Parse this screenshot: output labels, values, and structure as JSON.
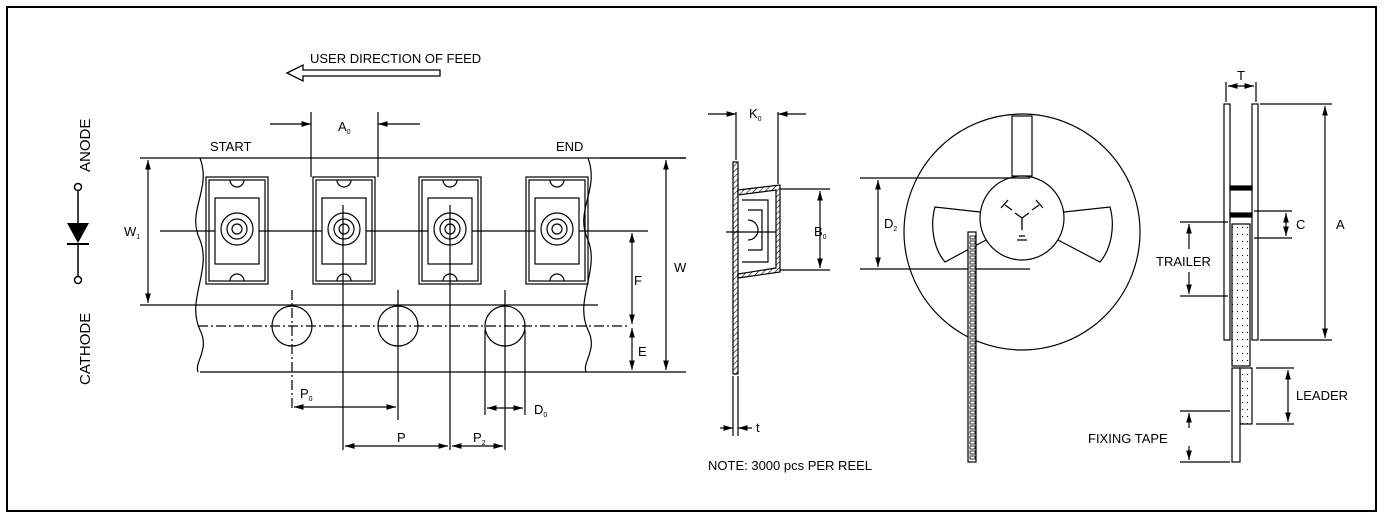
{
  "feed": {
    "label": "USER DIRECTION OF FEED"
  },
  "polarity": {
    "anode": "ANODE",
    "cathode": "CATHODE"
  },
  "tape": {
    "start": "START",
    "end": "END",
    "dims": {
      "A0": "A",
      "A0_sub": "0",
      "W1": "W",
      "W1_sub": "1",
      "W": "W",
      "F": "F",
      "E": "E",
      "P0": "P",
      "P0_sub": "0",
      "P": "P",
      "P2": "P",
      "P2_sub": "2",
      "D0": "D",
      "D0_sub": "0"
    }
  },
  "cross_section": {
    "K0": "K",
    "K0_sub": "0",
    "B0": "B",
    "B0_sub": "0",
    "t": "t"
  },
  "reel": {
    "D2": "D",
    "D2_sub": "2",
    "note": "NOTE: 3000 pcs PER REEL"
  },
  "reel_side": {
    "T": "T",
    "C": "C",
    "A": "A",
    "trailer": "TRAILER",
    "leader": "LEADER",
    "fixing_tape": "FIXING TAPE"
  }
}
